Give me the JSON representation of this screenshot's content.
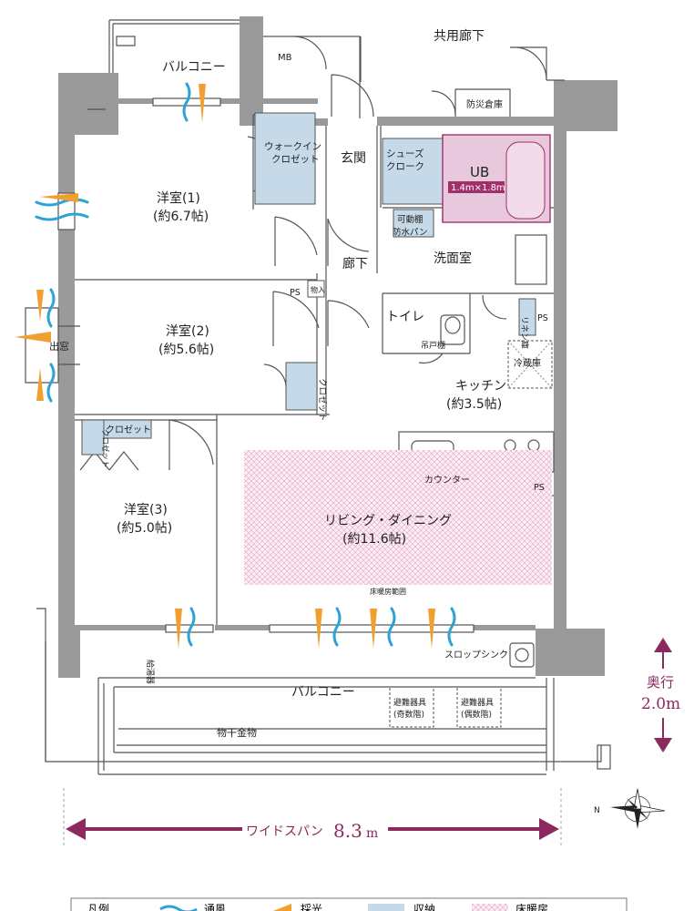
{
  "rooms": {
    "common_corridor": "共用廊下",
    "balcony_top": "バルコニー",
    "mb": "MB",
    "disaster_storage": "防災倉庫",
    "walkin_closet": [
      "ウォークイン",
      "クロゼット"
    ],
    "entrance": "玄関",
    "shoes_cloak": [
      "シューズ",
      "クローク"
    ],
    "ub": "UB",
    "ub_size": "1.4m×1.8m",
    "movable_shelf": "可動棚",
    "waterproof_pan": "防水パン",
    "washroom": "洗面室",
    "hallway": "廊下",
    "bedroom1": [
      "洋室(1)",
      "(約6.7帖)"
    ],
    "bedroom2": [
      "洋室(2)",
      "(約5.6帖)"
    ],
    "bedroom3": [
      "洋室(3)",
      "(約5.0帖)"
    ],
    "ps": "PS",
    "storage_in": "物入",
    "toilet": "トイレ",
    "hanging_shelf": "吊戸棚",
    "linen": "リネン庫",
    "fridge": "冷蔵庫",
    "kitchen": [
      "キッチン",
      "(約3.5帖)"
    ],
    "bay_window": "出窓",
    "closet": "クロゼット",
    "counter": "カウンター",
    "living": [
      "リビング・ダイニング",
      "(約11.6帖)"
    ],
    "floor_heating_area": "床暖房範囲",
    "slop_sink": "スロップシンク",
    "water_heater": "給湯器",
    "balcony_bottom": "バルコニー",
    "evac_odd": [
      "避難器具",
      "(奇数階)"
    ],
    "evac_even": [
      "避難器具",
      "(偶数階)"
    ],
    "laundry_hanger": "物干金物"
  },
  "dimensions": {
    "depth_label": "奥行",
    "depth_value": "2.0m",
    "span_label": "ワイドスパン",
    "span_value": "8.3",
    "span_unit": "m"
  },
  "compass": {
    "north": "N"
  },
  "legend": {
    "title": "凡例",
    "ventilation": "通風",
    "daylight": "採光",
    "storage": "収納",
    "floor_heating": "床暖房"
  },
  "colors": {
    "wall": "#9a9a9a",
    "storage": "#c5d9e8",
    "ub": "#e8c8dc",
    "ub_border": "#a0306a",
    "ventilation": "#2ba3d6",
    "daylight": "#f0a030",
    "heating": "#e9a9c9",
    "dimension": "#8c2a5e"
  }
}
